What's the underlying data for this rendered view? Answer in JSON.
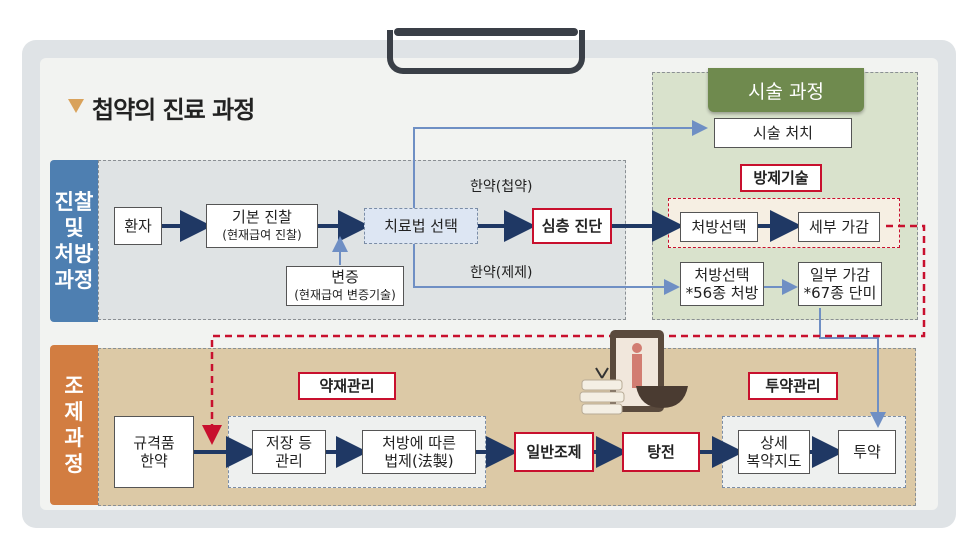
{
  "title": "첩약의 진료 과정",
  "side_labels": {
    "diagnosis": "진찰\n및\n처방\n과정",
    "preparation": "조\n제\n과\n정"
  },
  "procedure_header": "시술 과정",
  "nodes": {
    "patient": "환자",
    "basic_exam": "기본 진찰",
    "basic_exam_sub": "(현재급여 진찰)",
    "pattern": "변증",
    "pattern_sub": "(현재급여 변증기술)",
    "treatment_select": "치료법 선택",
    "deep_diagnosis": "심층 진단",
    "procedure_treatment": "시술 처치",
    "prescription_tech": "방제기술",
    "rx_select_1": "처방선택",
    "detail_adjust": "세부 가감",
    "rx_select_2": "처방선택",
    "rx_select_2_sub": "*56종 처방",
    "partial_adjust": "일부 가감",
    "partial_adjust_sub": "*67종 단미",
    "herb_mgmt": "약재관리",
    "dosing_mgmt": "투약관리",
    "standard_herb": "규격품",
    "standard_herb_2": "한약",
    "storage": "저장 등",
    "storage_2": "관리",
    "rx_processing": "처방에 따른",
    "rx_processing_2": "법제(法製)",
    "general_prep": "일반조제",
    "decoction": "탕전",
    "detailed": "상세",
    "detailed_2": "복약지도",
    "dosing": "투약"
  },
  "edge_labels": {
    "herbal_cheop": "한약(첩약)",
    "herbal_jeje": "한약(제제)"
  },
  "colors": {
    "arrow_dark": "#1f3864",
    "arrow_light": "#6f8fc4",
    "red": "#c8102e",
    "blue_side": "#4e7fb1",
    "orange_side": "#d27d41",
    "green_hdr": "#6f8a4e"
  }
}
